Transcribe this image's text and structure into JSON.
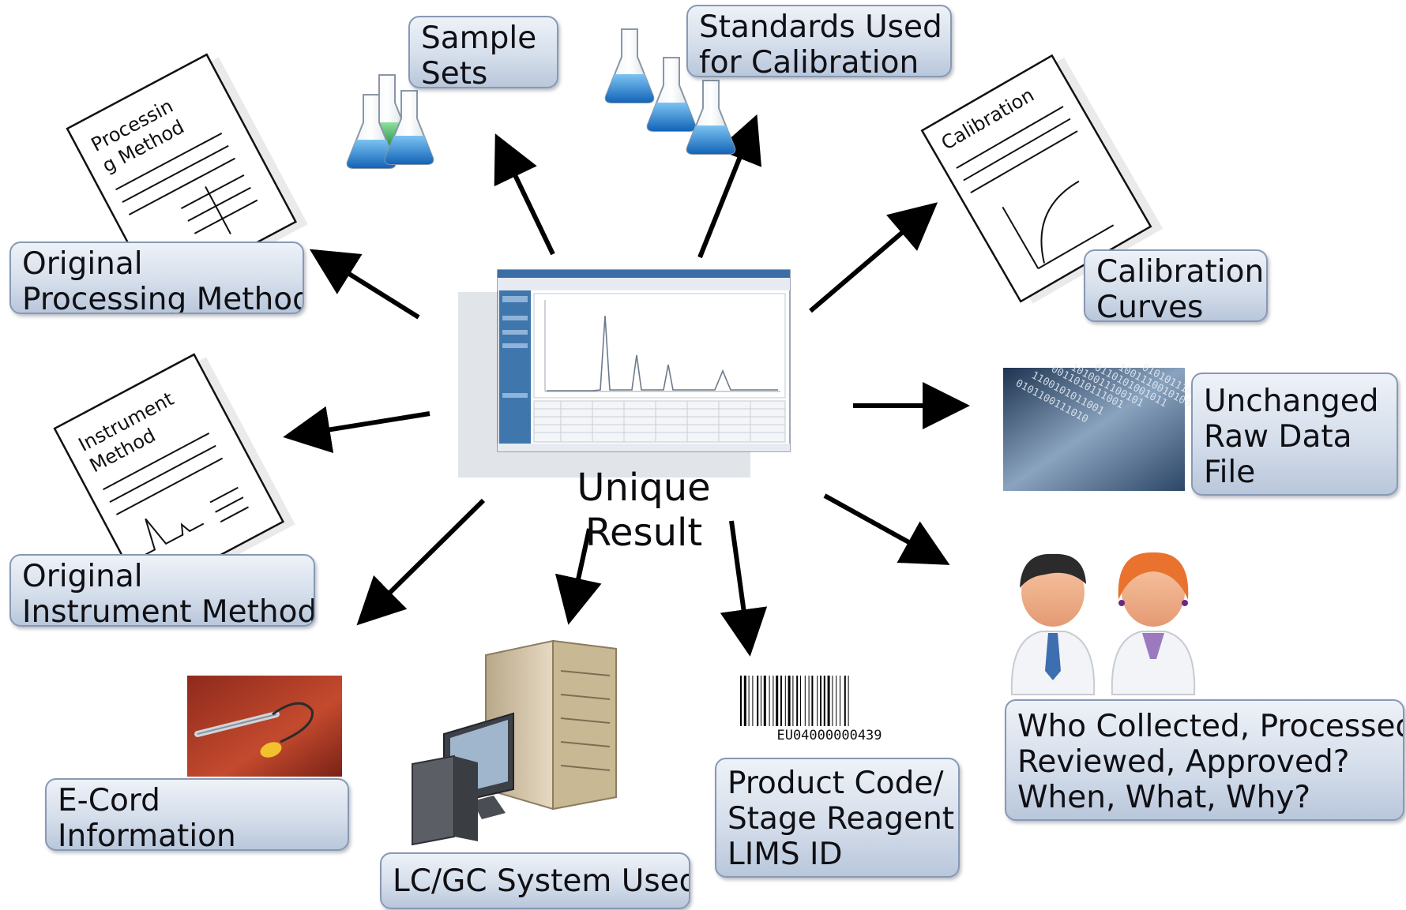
{
  "center": {
    "line1": "Unique",
    "line2": "Result"
  },
  "labels": {
    "sample_sets": [
      "Sample",
      "Sets"
    ],
    "standards": [
      "Standards Used",
      "for Calibration"
    ],
    "processing": [
      "Original",
      "Processing Method"
    ],
    "instrument": [
      "Original",
      "Instrument Method"
    ],
    "calibration": [
      "Calibration",
      "Curves"
    ],
    "raw_data": [
      "Unchanged",
      "Raw Data",
      "File"
    ],
    "people": [
      "Who Collected, Processed",
      "Reviewed, Approved?",
      "When, What, Why?"
    ],
    "ecord": [
      "E-Cord",
      "Information"
    ],
    "system": [
      "LC/GC System Used"
    ],
    "product": [
      "Product Code/",
      "Stage Reagent",
      "LIMS ID"
    ]
  },
  "documents": {
    "processing_title": [
      "Processin",
      "g Method"
    ],
    "instrument_title": [
      "Instrument",
      "Method"
    ],
    "calibration_title": "Calibration"
  },
  "barcode": {
    "caption": "EU04000000439"
  },
  "icons": {
    "flasks": "erlenmeyer-flask-icon",
    "computer": "computer-server-icon",
    "people": "scientists-icon"
  },
  "colors": {
    "label_border": "#8799b4",
    "label_fill": "#d5deeb",
    "arrow": "#000000",
    "flask_blue": "#1e7fd2",
    "flask_green": "#2fa84f"
  }
}
